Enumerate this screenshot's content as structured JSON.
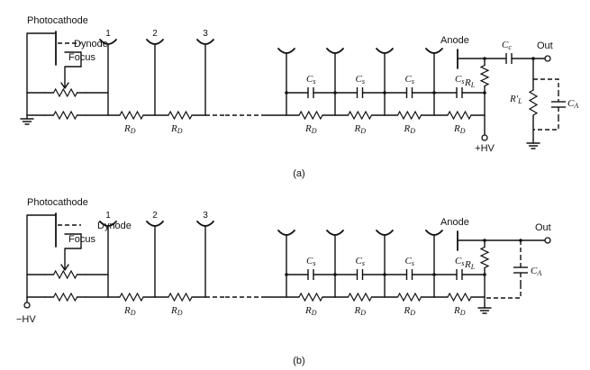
{
  "circuit_a": {
    "photocathode": "Photocathode",
    "dynode": "Dynode",
    "focus": "Focus",
    "anode": "Anode",
    "out": "Out",
    "supply": "+HV",
    "caption": "(a)"
  },
  "circuit_b": {
    "photocathode": "Photocathode",
    "dynode": "Dynode",
    "focus": "Focus",
    "anode": "Anode",
    "out": "Out",
    "supply": "−HV",
    "caption": "(b)"
  },
  "labels": {
    "dynode_numbers": [
      "1",
      "2",
      "3"
    ],
    "divider_resistor": "R",
    "divider_resistor_sub": "D",
    "stage_capacitor": "C",
    "stage_capacitor_sub": "s",
    "coupling_capacitor": "C",
    "coupling_capacitor_sub": "c",
    "load_resistor": "R",
    "load_resistor_sub": "L",
    "external_load": "R′",
    "external_load_sub": "L",
    "stray_capacitor": "C",
    "stray_capacitor_sub": "A"
  }
}
